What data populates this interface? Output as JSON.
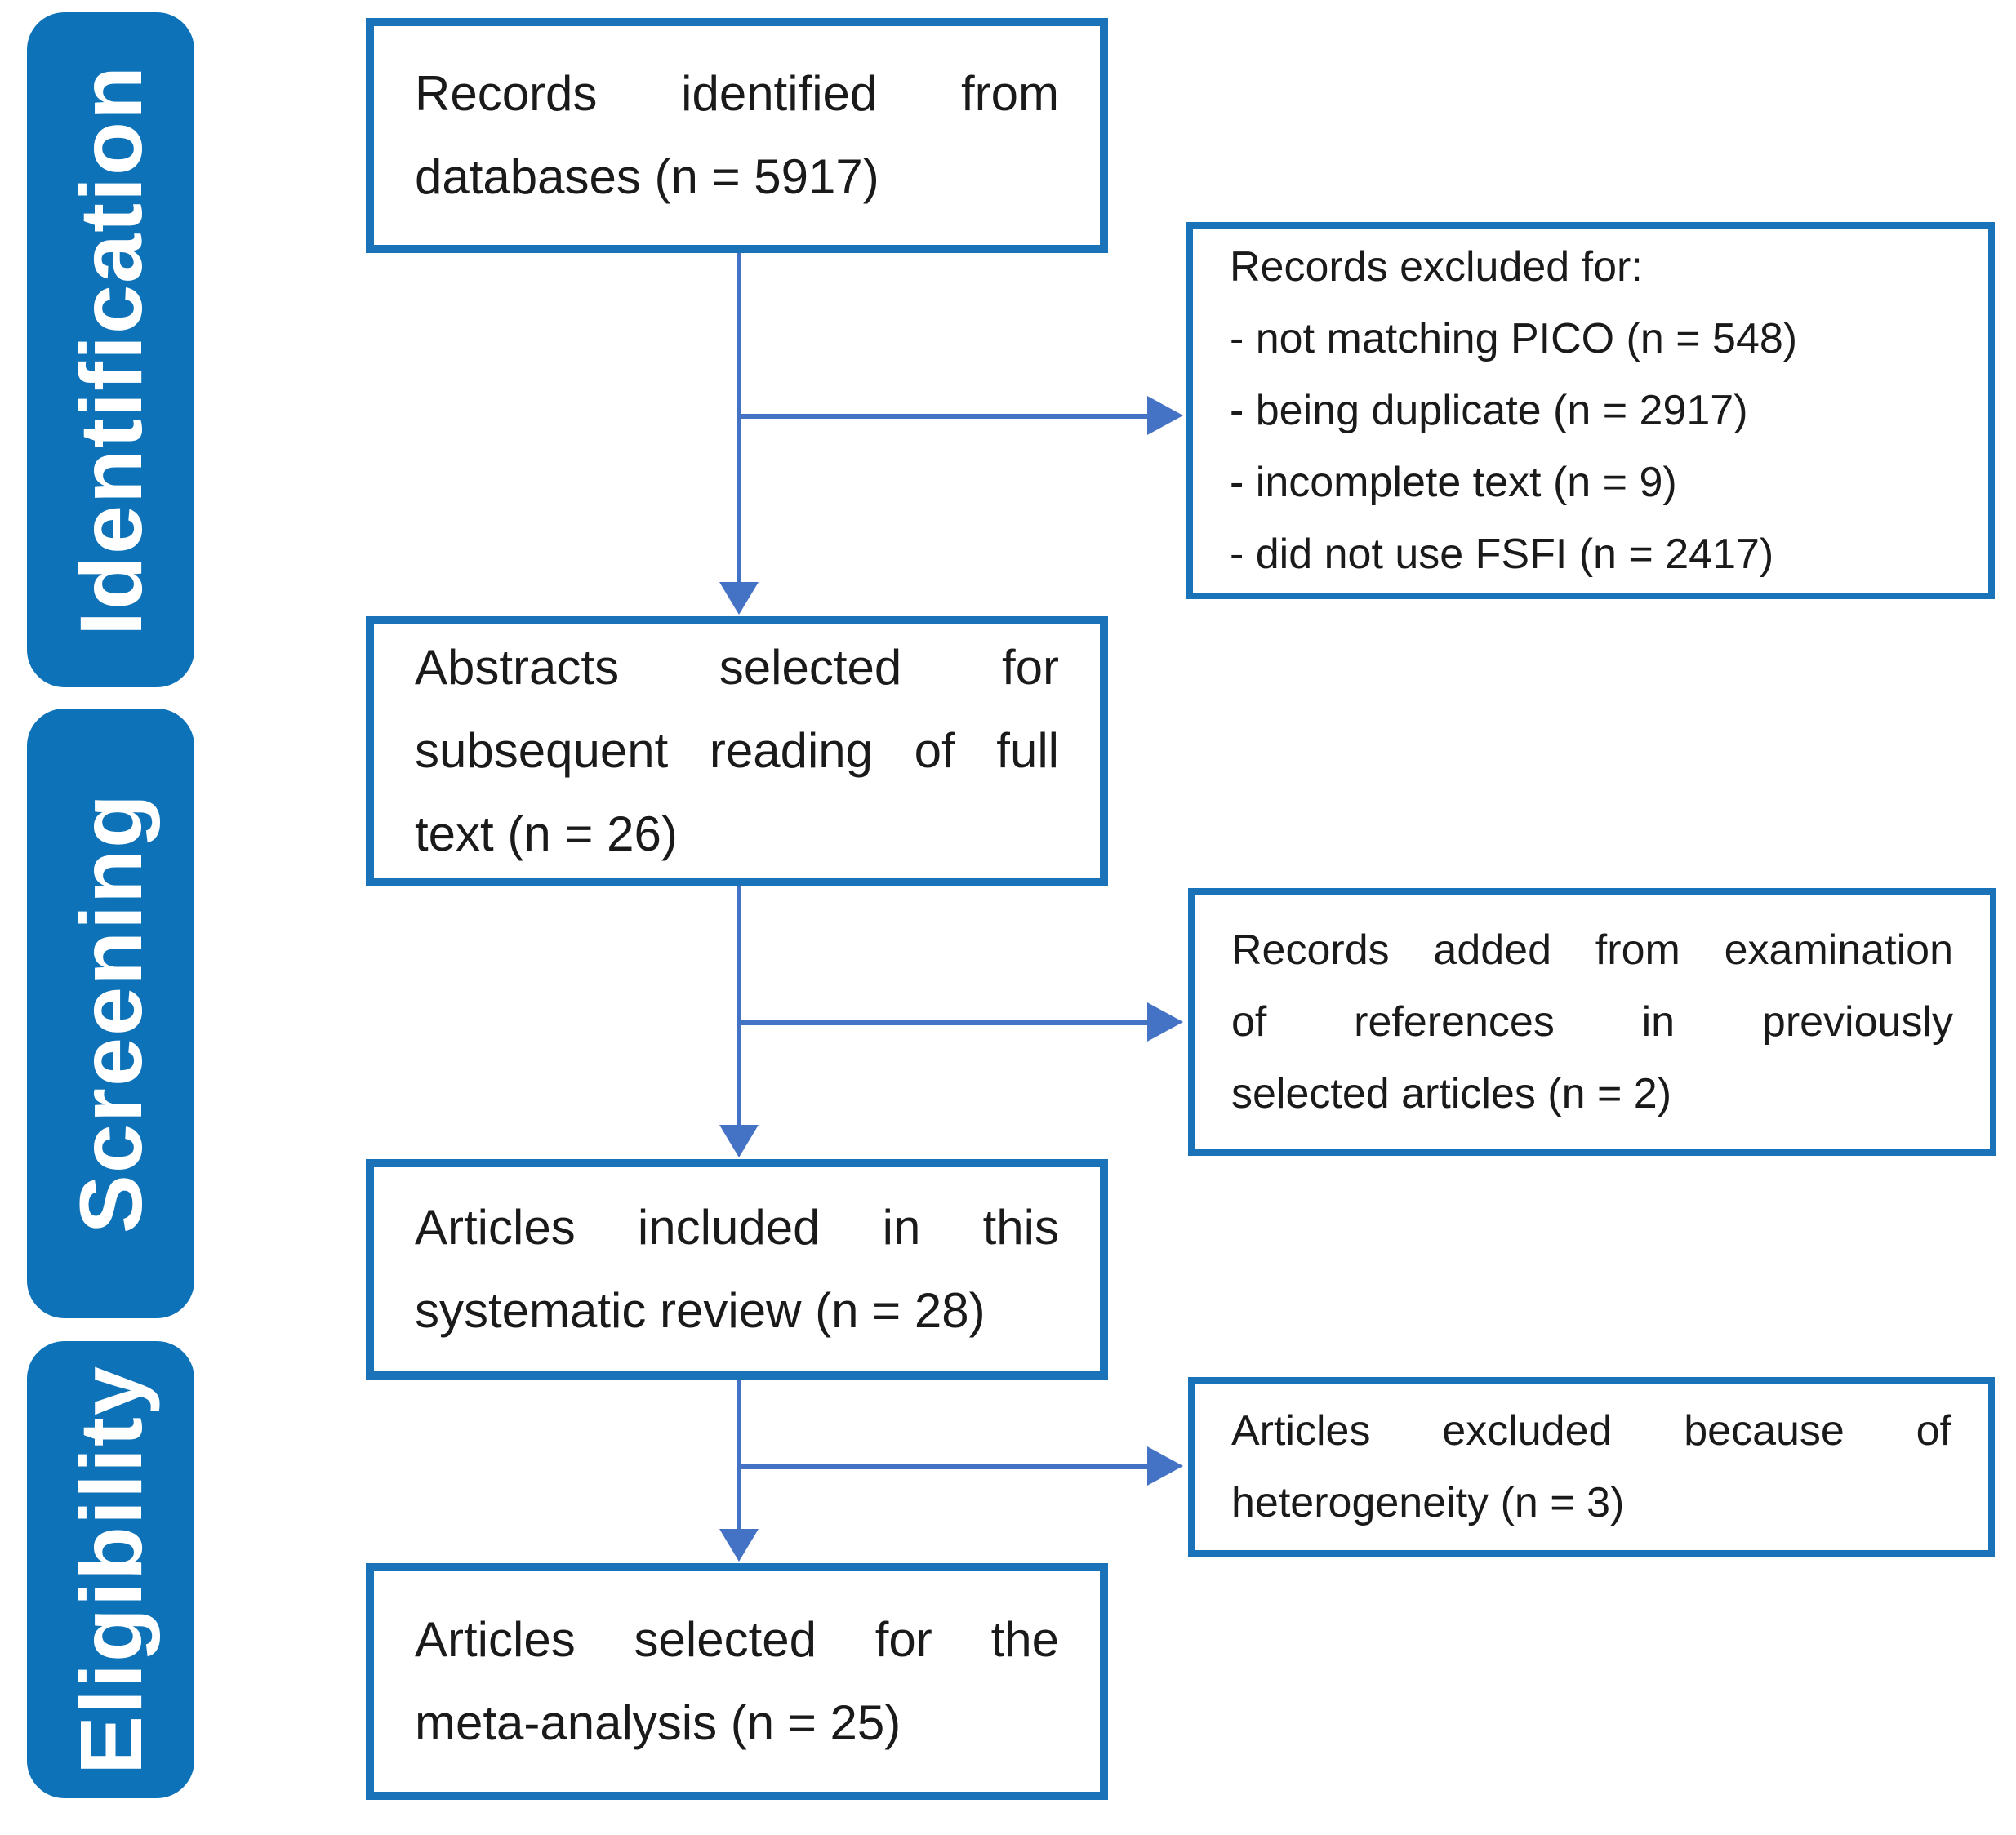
{
  "colors": {
    "stage-fill": "#0e72b8",
    "stage-text": "#ffffff",
    "box-border": "#1a73b9",
    "box-text": "#1a1a1a",
    "arrow": "#4472c4"
  },
  "stages": [
    {
      "label": "Identification"
    },
    {
      "label": "Screening"
    },
    {
      "label": "Eligibility"
    }
  ],
  "main_boxes": [
    {
      "id": "records-identified",
      "lines": [
        "Records identified from",
        "databases (n = 5917)"
      ]
    },
    {
      "id": "abstracts-selected",
      "lines": [
        "Abstracts selected for",
        "subsequent reading of full",
        "text (n = 26)"
      ]
    },
    {
      "id": "articles-included",
      "lines": [
        "Articles included in this",
        "systematic review (n = 28)"
      ]
    },
    {
      "id": "articles-meta-analysis",
      "lines": [
        "Articles selected for the",
        "meta-analysis (n = 25)"
      ]
    }
  ],
  "side_boxes": [
    {
      "id": "records-excluded",
      "lines": [
        "Records excluded for:",
        "- not matching PICO (n = 548)",
        "- being duplicate (n = 2917)",
        "- incomplete text (n = 9)",
        "- did not use FSFI (n = 2417)"
      ]
    },
    {
      "id": "records-added",
      "lines": [
        "Records added from examination",
        "of references in previously",
        "selected articles (n = 2)"
      ]
    },
    {
      "id": "articles-excluded",
      "lines": [
        "Articles excluded because of",
        "heterogeneity (n = 3)"
      ]
    }
  ]
}
